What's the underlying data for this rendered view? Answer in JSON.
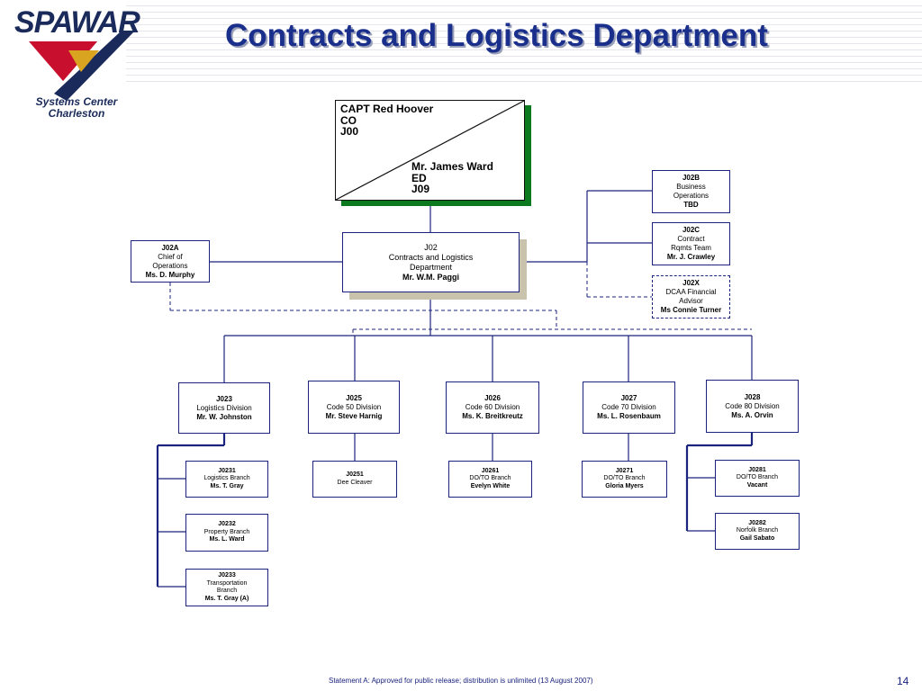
{
  "logo": {
    "name": "SPAWAR",
    "subtitle_line1": "Systems Center",
    "subtitle_line2": "Charleston"
  },
  "title": "Contracts and Logistics Department",
  "co": {
    "top_line1": "CAPT Red Hoover",
    "top_line2": "CO",
    "top_line3": "J00",
    "bottom_line1": "Mr. James Ward",
    "bottom_line2": "ED",
    "bottom_line3": "J09",
    "shadow_color": "#0b7a1f"
  },
  "main": {
    "code": "J02",
    "line1": "Contracts and Logistics",
    "line2": "Department",
    "person": "Mr. W.M. Paggi"
  },
  "staff": {
    "j02a": {
      "code": "J02A",
      "line1": "Chief of",
      "line2": "Operations",
      "person": "Ms. D. Murphy"
    },
    "j02b": {
      "code": "J02B",
      "line1": "Business",
      "line2": "Operations",
      "person": "TBD"
    },
    "j02c": {
      "code": "J02C",
      "line1": "Contract",
      "line2": "Rqmts Team",
      "person": "Mr. J. Crawley"
    },
    "j02x": {
      "code": "J02X",
      "line1": "DCAA Financial",
      "line2": "Advisor",
      "person": "Ms Connie Turner"
    }
  },
  "divisions": {
    "j023": {
      "code": "J023",
      "name": "Logistics Division",
      "person": "Mr. W. Johnston"
    },
    "j025": {
      "code": "J025",
      "name": "Code 50 Division",
      "person": "Mr. Steve Harnig"
    },
    "j026": {
      "code": "J026",
      "name": "Code 60 Division",
      "person": "Ms. K. Breitkreutz"
    },
    "j027": {
      "code": "J027",
      "name": "Code 70 Division",
      "person": "Ms. L. Rosenbaum"
    },
    "j028": {
      "code": "J028",
      "name": "Code 80 Division",
      "person": "Ms. A. Orvin"
    }
  },
  "branches": {
    "j0231": {
      "code": "J0231",
      "name": "Logistics Branch",
      "person": "Ms. T. Gray"
    },
    "j0232": {
      "code": "J0232",
      "name": "Property Branch",
      "person": "Ms. L. Ward"
    },
    "j0233": {
      "code": "J0233",
      "name1": "Transportation",
      "name2": "Branch",
      "person": "Ms. T. Gray (A)"
    },
    "j0251": {
      "code": "J0251",
      "name": "Dee Cleaver"
    },
    "j0261": {
      "code": "J0261",
      "name": "DO/TO Branch",
      "person": "Evelyn White"
    },
    "j0271": {
      "code": "J0271",
      "name": "DO/TO Branch",
      "person": "Gloria Myers"
    },
    "j0281": {
      "code": "J0281",
      "name": "DO/TO Branch",
      "person": "Vacant"
    },
    "j0282": {
      "code": "J0282",
      "name": "Norfolk Branch",
      "person": "Gail Sabato"
    }
  },
  "footer": "Statement A:  Approved for public release; distribution is unlimited (13 August 2007)",
  "page_number": "14",
  "colors": {
    "title": "#1a2f8c",
    "lines": "#1a237e",
    "logo_red": "#c8102e",
    "logo_blue": "#1a2a5a",
    "logo_gold": "#d9a521"
  }
}
